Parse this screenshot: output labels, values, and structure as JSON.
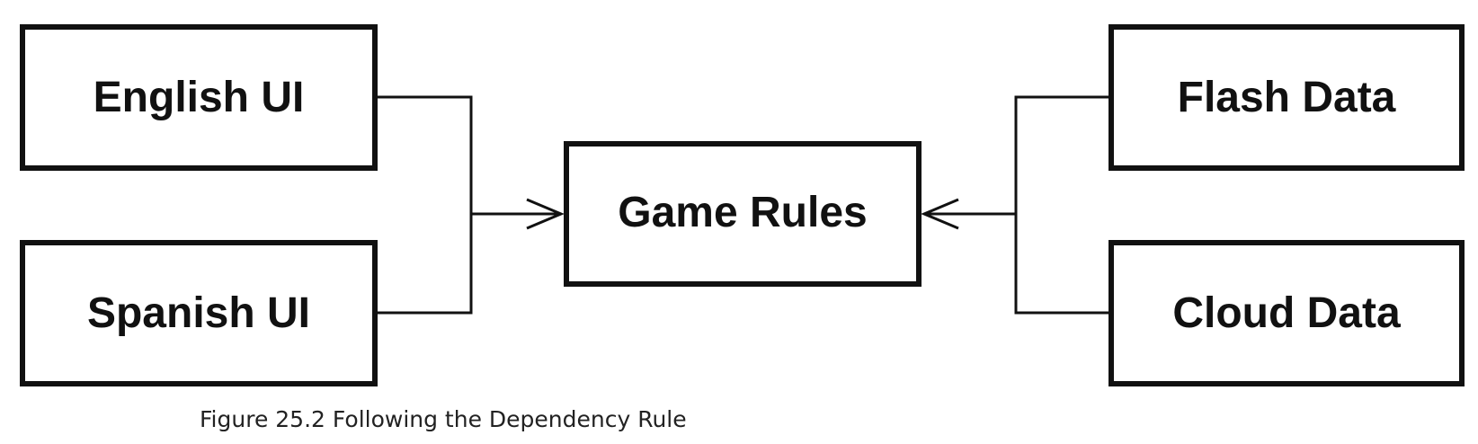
{
  "diagram": {
    "boxes": {
      "english_ui": "English UI",
      "spanish_ui": "Spanish UI",
      "game_rules": "Game Rules",
      "flash_data": "Flash Data",
      "cloud_data": "Cloud Data"
    },
    "edges": [
      {
        "from": "English UI",
        "to": "Game Rules"
      },
      {
        "from": "Spanish UI",
        "to": "Game Rules"
      },
      {
        "from": "Flash Data",
        "to": "Game Rules"
      },
      {
        "from": "Cloud Data",
        "to": "Game Rules"
      }
    ]
  },
  "caption": {
    "number": "Figure 25.2",
    "text": "Following the Dependency Rule"
  },
  "colors": {
    "stroke": "#111111",
    "background": "#ffffff"
  }
}
